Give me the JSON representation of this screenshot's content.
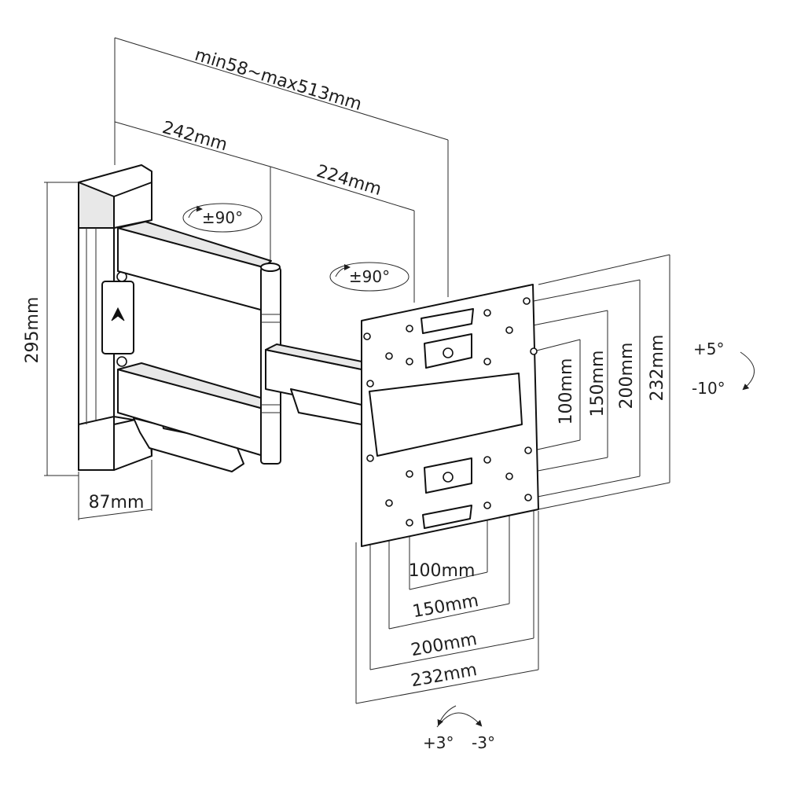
{
  "dimensions": {
    "extension": "min58~max513mm",
    "arm1": "242mm",
    "arm2": "224mm",
    "height": "295mm",
    "depth": "87mm",
    "vesa_v_100": "100mm",
    "vesa_v_150": "150mm",
    "vesa_v_200": "200mm",
    "vesa_v_232": "232mm",
    "vesa_h_100": "100mm",
    "vesa_h_150": "150mm",
    "vesa_h_200": "200mm",
    "vesa_h_232": "232mm"
  },
  "angles": {
    "swivel_1": "±90°",
    "swivel_2": "±90°",
    "tilt_up": "+5°",
    "tilt_down": "-10°",
    "rotate_plus": "+3°",
    "rotate_minus": "-3°"
  }
}
